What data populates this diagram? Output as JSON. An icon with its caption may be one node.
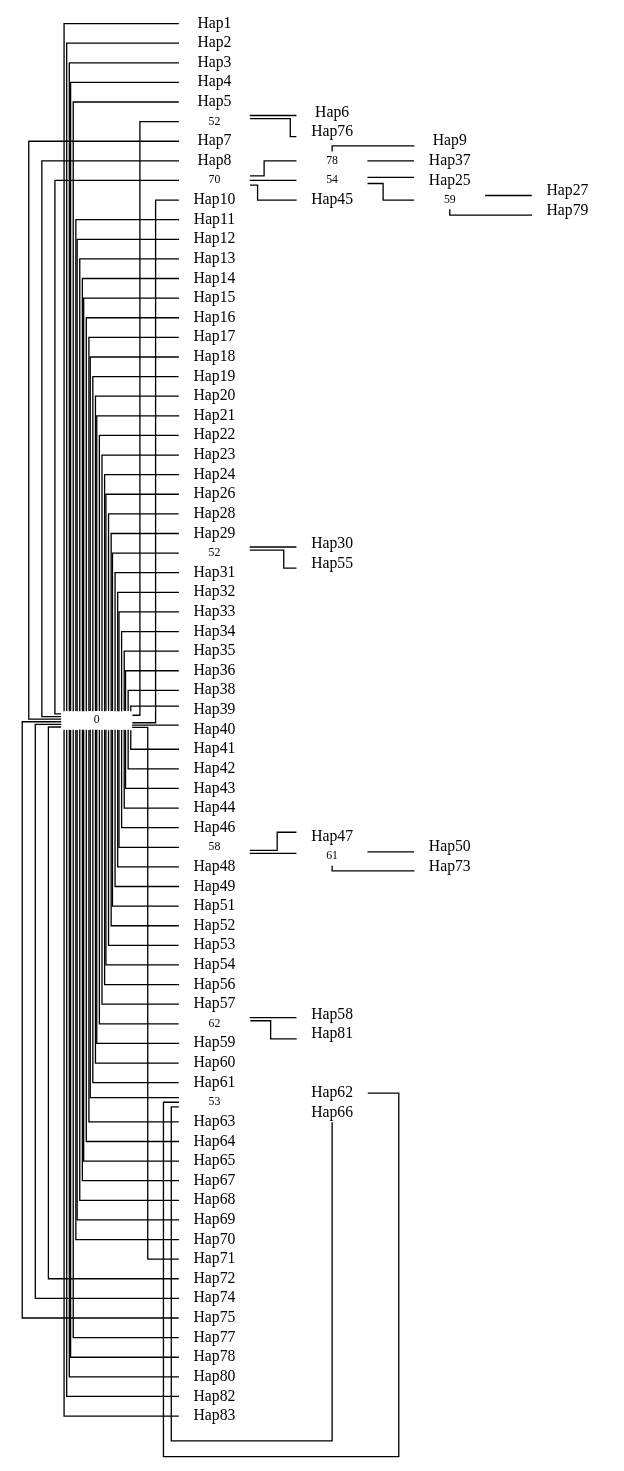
{
  "diagram": {
    "nodes": [
      {
        "text": [
          "0"
        ]
      },
      {
        "text": [
          "Hap1"
        ]
      },
      {
        "text": [
          "Hap2"
        ]
      },
      {
        "text": [
          "Hap3"
        ]
      },
      {
        "text": [
          "Hap4"
        ]
      },
      {
        "text": [
          "Hap5"
        ]
      },
      {
        "text": [
          "52"
        ]
      },
      {
        "text": [
          "Hap6"
        ]
      },
      {
        "text": [
          "Hap76"
        ]
      },
      {
        "text": [
          "Hap7"
        ]
      },
      {
        "text": [
          "Hap8"
        ]
      },
      {
        "text": [
          "70"
        ]
      },
      {
        "text": [
          "78"
        ]
      },
      {
        "text": [
          "Hap9"
        ]
      },
      {
        "text": [
          "Hap37"
        ]
      },
      {
        "text": [
          "54"
        ]
      },
      {
        "text": [
          "Hap25"
        ]
      },
      {
        "text": [
          "59"
        ]
      },
      {
        "text": [
          "Hap27"
        ]
      },
      {
        "text": [
          "Hap79"
        ]
      },
      {
        "text": [
          "Hap45"
        ]
      },
      {
        "text": [
          "Hap10"
        ]
      },
      {
        "text": [
          "Hap11"
        ]
      },
      {
        "text": [
          "Hap12"
        ]
      },
      {
        "text": [
          "Hap13"
        ]
      },
      {
        "text": [
          "Hap14"
        ]
      },
      {
        "text": [
          "Hap15"
        ]
      },
      {
        "text": [
          "Hap16"
        ]
      },
      {
        "text": [
          "Hap17"
        ]
      },
      {
        "text": [
          "Hap18"
        ]
      },
      {
        "text": [
          "Hap19"
        ]
      },
      {
        "text": [
          "Hap20"
        ]
      },
      {
        "text": [
          "Hap21"
        ]
      },
      {
        "text": [
          "Hap22"
        ]
      },
      {
        "text": [
          "Hap23"
        ]
      },
      {
        "text": [
          "Hap24"
        ]
      },
      {
        "text": [
          "Hap26"
        ]
      },
      {
        "text": [
          "Hap28"
        ]
      },
      {
        "text": [
          "Hap29"
        ]
      },
      {
        "text": [
          "52"
        ]
      },
      {
        "text": [
          "Hap30"
        ]
      },
      {
        "text": [
          "Hap55"
        ]
      },
      {
        "text": [
          "Hap31"
        ]
      },
      {
        "text": [
          "Hap32"
        ]
      },
      {
        "text": [
          "Hap33"
        ]
      },
      {
        "text": [
          "Hap34"
        ]
      },
      {
        "text": [
          "Hap35"
        ]
      },
      {
        "text": [
          "Hap36"
        ]
      },
      {
        "text": [
          "Hap38"
        ]
      },
      {
        "text": [
          "Hap39"
        ]
      },
      {
        "text": [
          "Hap40"
        ]
      },
      {
        "text": [
          "Hap41"
        ]
      },
      {
        "text": [
          "Hap42"
        ]
      },
      {
        "text": [
          "Hap43"
        ]
      },
      {
        "text": [
          "Hap44"
        ]
      },
      {
        "text": [
          "Hap46"
        ]
      },
      {
        "text": [
          "58"
        ]
      },
      {
        "text": [
          "Hap47"
        ]
      },
      {
        "text": [
          "61"
        ]
      },
      {
        "text": [
          "Hap50"
        ]
      },
      {
        "text": [
          "Hap73"
        ]
      },
      {
        "text": [
          "Hap48"
        ]
      },
      {
        "text": [
          "Hap49"
        ]
      },
      {
        "text": [
          "Hap51"
        ]
      },
      {
        "text": [
          "Hap52"
        ]
      },
      {
        "text": [
          "Hap53"
        ]
      },
      {
        "text": [
          "Hap54"
        ]
      },
      {
        "text": [
          "Hap56"
        ]
      },
      {
        "text": [
          "Hap57"
        ]
      },
      {
        "text": [
          "62"
        ]
      },
      {
        "text": [
          "Hap58"
        ]
      },
      {
        "text": [
          "Hap81"
        ]
      },
      {
        "text": [
          "Hap59"
        ]
      },
      {
        "text": [
          "Hap60"
        ]
      },
      {
        "text": [
          "Hap61"
        ]
      },
      {
        "text": [
          "53"
        ]
      },
      {
        "text": [
          "Hap62"
        ]
      },
      {
        "text": [
          "Hap66"
        ]
      },
      {
        "text": [
          "Hap63"
        ]
      },
      {
        "text": [
          "Hap64"
        ]
      },
      {
        "text": [
          "Hap65"
        ]
      },
      {
        "text": [
          "Hap67"
        ]
      },
      {
        "text": [
          "Hap68"
        ]
      },
      {
        "text": [
          "Hap69"
        ]
      },
      {
        "text": [
          "Hap70"
        ]
      },
      {
        "text": [
          "Hap71"
        ]
      },
      {
        "text": [
          "Hap72"
        ]
      },
      {
        "text": [
          "Hap74"
        ]
      },
      {
        "text": [
          "Hap75"
        ]
      },
      {
        "text": [
          "Hap77"
        ]
      },
      {
        "text": [
          "Hap78"
        ]
      },
      {
        "text": [
          "Hap80"
        ]
      },
      {
        "text": [
          "Hap82"
        ]
      },
      {
        "text": [
          "Hap83"
        ]
      }
    ],
    "edges": [
      {
        "from": 0,
        "to": 1,
        "arrow": "none"
      },
      {
        "from": 0,
        "to": 2,
        "arrow": "none"
      },
      {
        "from": 0,
        "to": 3,
        "arrow": "none"
      },
      {
        "from": 0,
        "to": 4,
        "arrow": "none"
      },
      {
        "from": 0,
        "to": 5,
        "arrow": "none"
      },
      {
        "from": 0,
        "to": 6,
        "arrow": "none"
      },
      {
        "from": 6,
        "to": 7,
        "arrow": "none"
      },
      {
        "from": 6,
        "to": 8,
        "arrow": "none"
      },
      {
        "from": 0,
        "to": 9,
        "arrow": "none"
      },
      {
        "from": 0,
        "to": 10,
        "arrow": "none"
      },
      {
        "from": 0,
        "to": 11,
        "arrow": "none"
      },
      {
        "from": 11,
        "to": 12,
        "arrow": "none"
      },
      {
        "from": 12,
        "to": 13,
        "arrow": "none"
      },
      {
        "from": 12,
        "to": 14,
        "arrow": "none"
      },
      {
        "from": 11,
        "to": 15,
        "arrow": "none"
      },
      {
        "from": 15,
        "to": 16,
        "arrow": "none"
      },
      {
        "from": 15,
        "to": 17,
        "arrow": "none"
      },
      {
        "from": 17,
        "to": 18,
        "arrow": "none"
      },
      {
        "from": 17,
        "to": 19,
        "arrow": "none"
      },
      {
        "from": 11,
        "to": 20,
        "arrow": "none"
      },
      {
        "from": 0,
        "to": 21,
        "arrow": "none"
      },
      {
        "from": 0,
        "to": 22,
        "arrow": "none"
      },
      {
        "from": 0,
        "to": 23,
        "arrow": "none"
      },
      {
        "from": 0,
        "to": 24,
        "arrow": "none"
      },
      {
        "from": 0,
        "to": 25,
        "arrow": "none"
      },
      {
        "from": 0,
        "to": 26,
        "arrow": "none"
      },
      {
        "from": 0,
        "to": 27,
        "arrow": "none"
      },
      {
        "from": 0,
        "to": 28,
        "arrow": "none"
      },
      {
        "from": 0,
        "to": 29,
        "arrow": "none"
      },
      {
        "from": 0,
        "to": 30,
        "arrow": "none"
      },
      {
        "from": 0,
        "to": 31,
        "arrow": "none"
      },
      {
        "from": 0,
        "to": 32,
        "arrow": "none"
      },
      {
        "from": 0,
        "to": 33,
        "arrow": "none"
      },
      {
        "from": 0,
        "to": 34,
        "arrow": "none"
      },
      {
        "from": 0,
        "to": 35,
        "arrow": "none"
      },
      {
        "from": 0,
        "to": 36,
        "arrow": "none"
      },
      {
        "from": 0,
        "to": 37,
        "arrow": "none"
      },
      {
        "from": 0,
        "to": 38,
        "arrow": "none"
      },
      {
        "from": 0,
        "to": 39,
        "arrow": "none"
      },
      {
        "from": 39,
        "to": 40,
        "arrow": "none"
      },
      {
        "from": 39,
        "to": 41,
        "arrow": "none"
      },
      {
        "from": 0,
        "to": 42,
        "arrow": "none"
      },
      {
        "from": 0,
        "to": 43,
        "arrow": "none"
      },
      {
        "from": 0,
        "to": 44,
        "arrow": "none"
      },
      {
        "from": 0,
        "to": 45,
        "arrow": "none"
      },
      {
        "from": 0,
        "to": 46,
        "arrow": "none"
      },
      {
        "from": 0,
        "to": 47,
        "arrow": "none"
      },
      {
        "from": 0,
        "to": 48,
        "arrow": "none"
      },
      {
        "from": 0,
        "to": 49,
        "arrow": "none"
      },
      {
        "from": 0,
        "to": 50,
        "arrow": "none"
      },
      {
        "from": 0,
        "to": 51,
        "arrow": "none"
      },
      {
        "from": 0,
        "to": 52,
        "arrow": "none"
      },
      {
        "from": 0,
        "to": 53,
        "arrow": "none"
      },
      {
        "from": 0,
        "to": 54,
        "arrow": "none"
      },
      {
        "from": 0,
        "to": 55,
        "arrow": "none"
      },
      {
        "from": 0,
        "to": 56,
        "arrow": "none"
      },
      {
        "from": 56,
        "to": 57,
        "arrow": "none"
      },
      {
        "from": 56,
        "to": 58,
        "arrow": "none"
      },
      {
        "from": 58,
        "to": 59,
        "arrow": "none"
      },
      {
        "from": 58,
        "to": 60,
        "arrow": "none"
      },
      {
        "from": 0,
        "to": 61,
        "arrow": "none"
      },
      {
        "from": 0,
        "to": 62,
        "arrow": "none"
      },
      {
        "from": 0,
        "to": 63,
        "arrow": "none"
      },
      {
        "from": 0,
        "to": 64,
        "arrow": "none"
      },
      {
        "from": 0,
        "to": 65,
        "arrow": "none"
      },
      {
        "from": 0,
        "to": 66,
        "arrow": "none"
      },
      {
        "from": 0,
        "to": 67,
        "arrow": "none"
      },
      {
        "from": 0,
        "to": 68,
        "arrow": "none"
      },
      {
        "from": 0,
        "to": 69,
        "arrow": "none"
      },
      {
        "from": 69,
        "to": 70,
        "arrow": "none"
      },
      {
        "from": 69,
        "to": 71,
        "arrow": "none"
      },
      {
        "from": 0,
        "to": 72,
        "arrow": "none"
      },
      {
        "from": 0,
        "to": 73,
        "arrow": "none"
      },
      {
        "from": 0,
        "to": 74,
        "arrow": "none"
      },
      {
        "from": 0,
        "to": 75,
        "arrow": "none"
      },
      {
        "from": 75,
        "to": 76,
        "arrow": "none"
      },
      {
        "from": 75,
        "to": 77,
        "arrow": "none"
      },
      {
        "from": 0,
        "to": 78,
        "arrow": "none"
      },
      {
        "from": 0,
        "to": 79,
        "arrow": "none"
      },
      {
        "from": 0,
        "to": 80,
        "arrow": "none"
      },
      {
        "from": 0,
        "to": 81,
        "arrow": "none"
      },
      {
        "from": 0,
        "to": 82,
        "arrow": "none"
      },
      {
        "from": 0,
        "to": 83,
        "arrow": "none"
      },
      {
        "from": 0,
        "to": 84,
        "arrow": "none"
      },
      {
        "from": 0,
        "to": 85,
        "arrow": "none"
      },
      {
        "from": 0,
        "to": 86,
        "arrow": "none"
      },
      {
        "from": 0,
        "to": 87,
        "arrow": "none"
      },
      {
        "from": 0,
        "to": 88,
        "arrow": "none"
      },
      {
        "from": 0,
        "to": 89,
        "arrow": "none"
      },
      {
        "from": 0,
        "to": 90,
        "arrow": "none"
      },
      {
        "from": 0,
        "to": 91,
        "arrow": "none"
      },
      {
        "from": 0,
        "to": 92,
        "arrow": "none"
      },
      {
        "from": 0,
        "to": 93,
        "arrow": "none"
      }
    ]
  }
}
